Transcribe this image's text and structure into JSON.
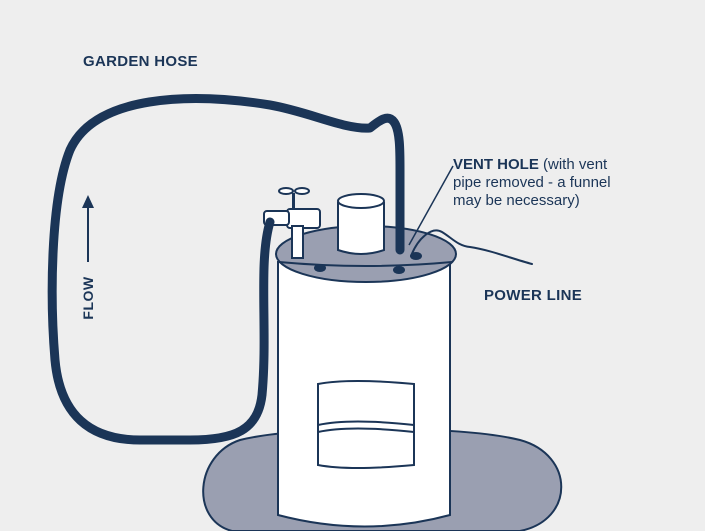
{
  "labels": {
    "garden_hose": "GARDEN HOSE",
    "vent_hole_title": "VENT HOLE",
    "vent_hole_note_line1": " (with vent",
    "vent_hole_note_line2": "pipe removed - a funnel",
    "vent_hole_note_line3": "may be necessary)",
    "power_line": "POWER LINE",
    "flow": "FLOW"
  },
  "colors": {
    "background": "#eeeeee",
    "outline": "#1b3557",
    "tank_fill": "#ffffff",
    "lid_fill": "#9a9fb1",
    "base_fill": "#9a9fb1"
  },
  "icons": {
    "flow_arrow": "arrow-up-icon"
  }
}
